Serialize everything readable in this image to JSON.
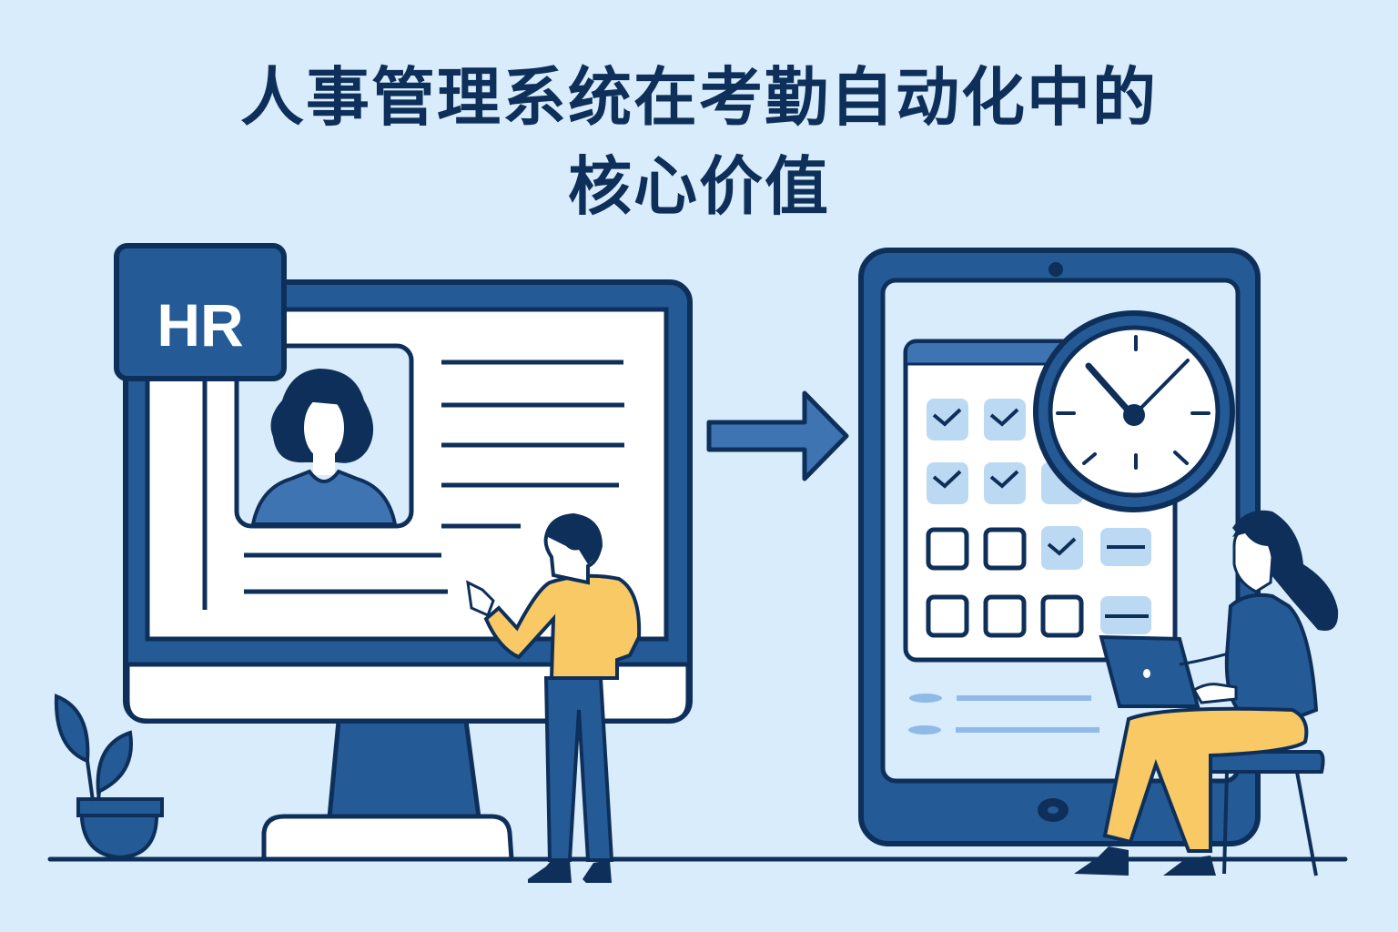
{
  "title": {
    "line1": "人事管理系统在考勤自动化中的",
    "line2": "核心价值"
  },
  "left_panel": {
    "badge_label": "HR",
    "monitor_content": "employee-profile",
    "profile_text_lines": 5,
    "footer_text_lines": 2
  },
  "right_panel": {
    "device": "tablet",
    "attendance_grid": [
      [
        "checked",
        "checked",
        "hidden",
        "hidden"
      ],
      [
        "checked",
        "checked",
        "checked-partial",
        "hidden"
      ],
      [
        "empty",
        "empty",
        "checked",
        "dash"
      ],
      [
        "empty",
        "empty",
        "empty",
        "dash"
      ]
    ],
    "clock": {
      "hour_hand": "11",
      "minute_hand": "2"
    }
  },
  "icons": [
    "hr-badge-icon",
    "profile-avatar-icon",
    "arrow-right-icon",
    "clock-icon",
    "checkbox-icon",
    "plant-icon",
    "laptop-icon"
  ],
  "colors": {
    "background": "#d8ecfb",
    "navy": "#0e2f5a",
    "blue": "#245a95",
    "mid_blue": "#3f74b3",
    "light_blue": "#bcd9f4",
    "yellow": "#f8c965",
    "white": "#ffffff"
  }
}
